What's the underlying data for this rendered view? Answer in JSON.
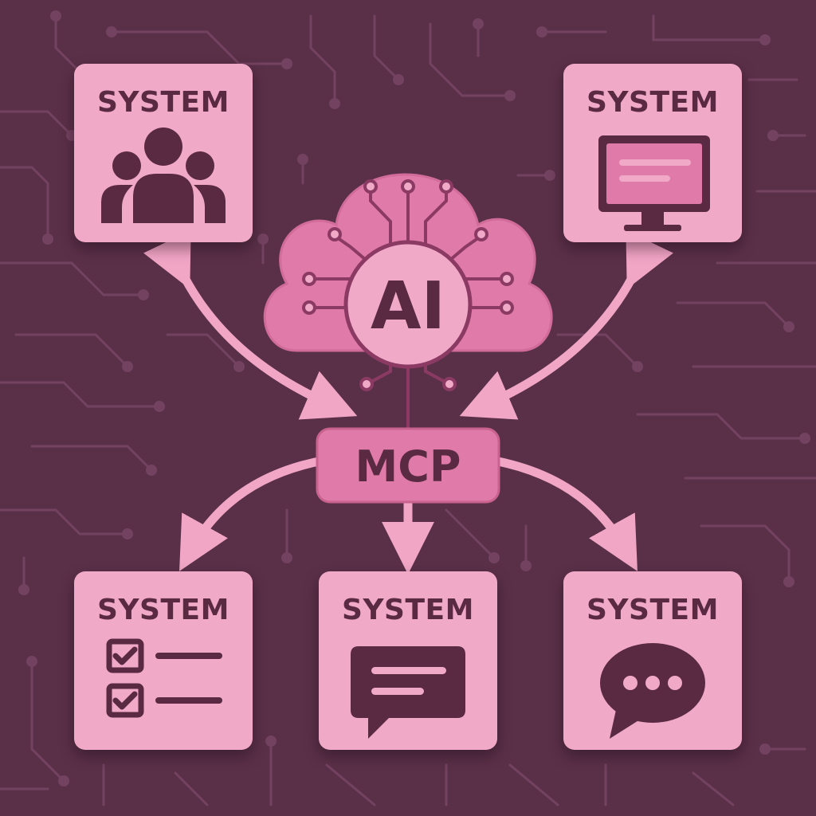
{
  "hub": {
    "ai_label": "AI",
    "mcp_label": "MCP"
  },
  "systems": [
    {
      "title": "SYSTEM",
      "icon": "users-icon"
    },
    {
      "title": "SYSTEM",
      "icon": "monitor-icon"
    },
    {
      "title": "SYSTEM",
      "icon": "checklist-icon"
    },
    {
      "title": "SYSTEM",
      "icon": "message-icon"
    },
    {
      "title": "SYSTEM",
      "icon": "chat-bubble-icon"
    }
  ],
  "colors": {
    "background": "#5a3048",
    "circuit": "#7a4864",
    "card": "#f1a9c8",
    "cloud": "#e07aa9",
    "arrow": "#f2a6c6",
    "ink": "#5a2a42"
  }
}
